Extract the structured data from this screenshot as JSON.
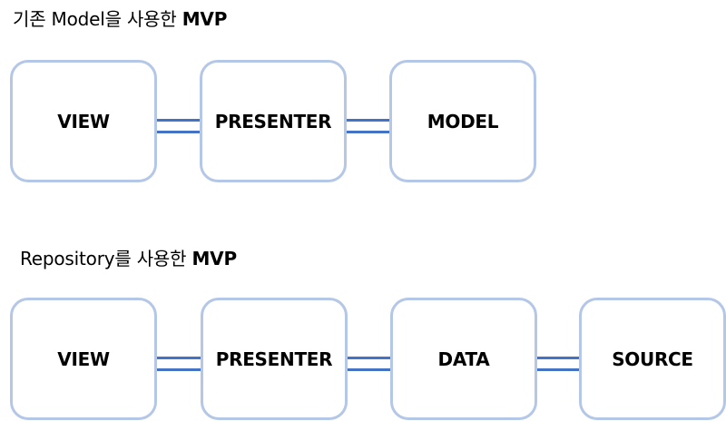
{
  "diagram1": {
    "title_text": "기존 Model을 사용한 ",
    "title_bold": "MVP",
    "boxes": [
      "VIEW",
      "PRESENTER",
      "MODEL"
    ]
  },
  "diagram2": {
    "title_text": "Repository를 사용한 ",
    "title_bold": "MVP",
    "boxes": [
      "VIEW",
      "PRESENTER",
      "DATA",
      "SOURCE"
    ]
  },
  "colors": {
    "box_border": "#b4c7e7",
    "connector": "#4472c4"
  }
}
